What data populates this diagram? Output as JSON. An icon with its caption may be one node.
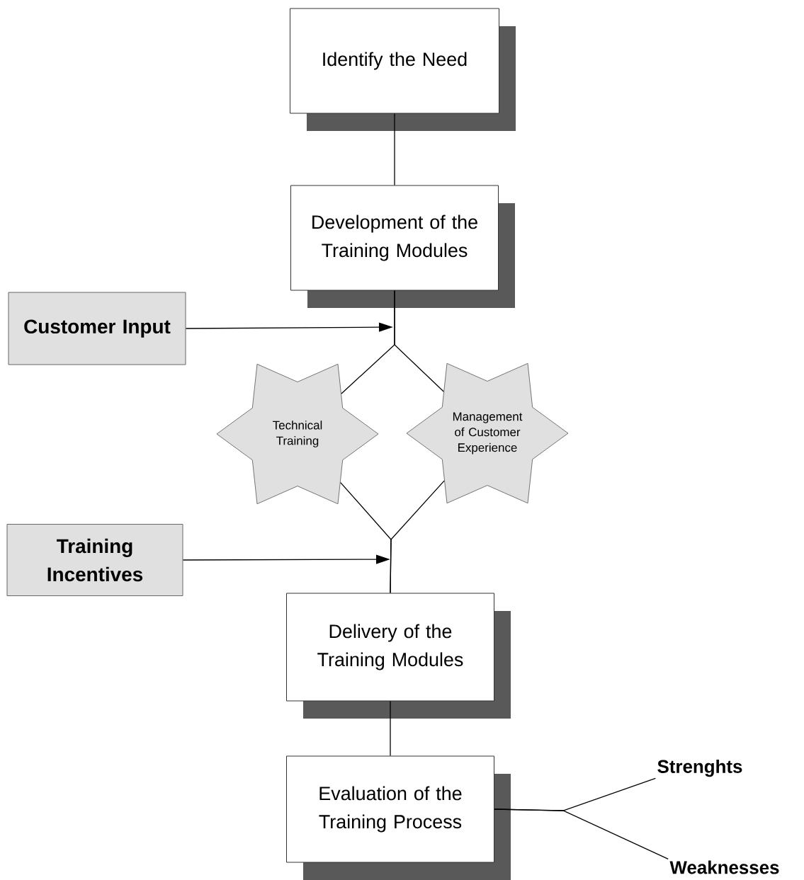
{
  "diagram": {
    "nodes": [
      {
        "text": [
          "Identify the Need"
        ]
      },
      {
        "text": [
          "Development of the Training Modules"
        ]
      },
      {
        "text": [
          "Customer Input"
        ]
      },
      {
        "text": [
          "Technical Training"
        ]
      },
      {
        "text": [
          "Management of Customer Experience"
        ]
      },
      {
        "text": [
          "Training Incentives"
        ]
      },
      {
        "text": [
          "Delivery of the Training Modules"
        ]
      },
      {
        "text": [
          "Evaluation of the Training Process"
        ]
      },
      {
        "text": [
          "Strenghts"
        ]
      },
      {
        "text": [
          "Weaknesses"
        ]
      }
    ],
    "edges": [
      {
        "from": 0,
        "to": 1,
        "arrow": "none"
      },
      {
        "from": 1,
        "to": 3,
        "arrow": "none"
      },
      {
        "from": 1,
        "to": 4,
        "arrow": "none"
      },
      {
        "from": 2,
        "to": null,
        "arrow": "to"
      },
      {
        "from": 3,
        "to": 6,
        "arrow": "none"
      },
      {
        "from": 4,
        "to": 6,
        "arrow": "none"
      },
      {
        "from": 5,
        "to": null,
        "arrow": "to"
      },
      {
        "from": 6,
        "to": 7,
        "arrow": "none"
      },
      {
        "from": 7,
        "to": 8,
        "arrow": "none"
      },
      {
        "from": 7,
        "to": 9,
        "arrow": "none"
      }
    ]
  }
}
